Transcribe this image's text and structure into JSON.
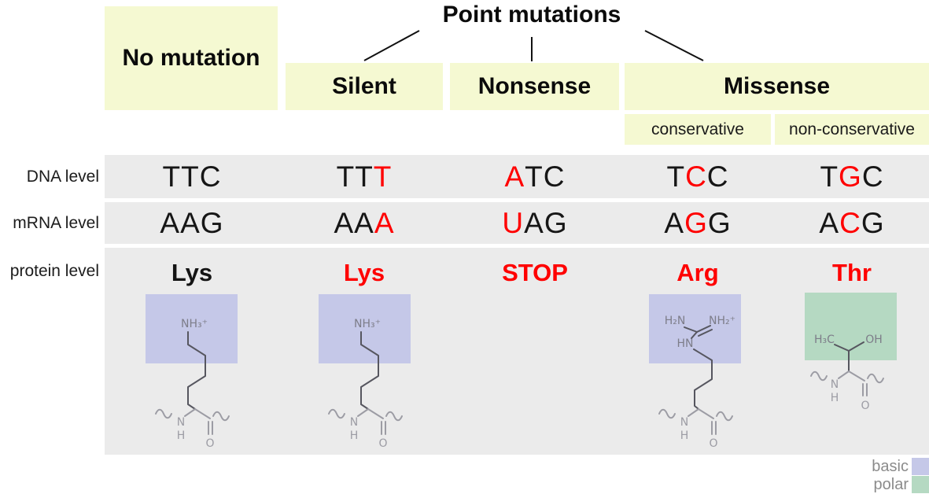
{
  "title": "Point mutations",
  "colors": {
    "header_bg": "#f5f9d2",
    "band_bg": "#ebebeb",
    "basic": "#c5c8e8",
    "polar": "#b5d9c2",
    "red": "#ff0000"
  },
  "header": {
    "no_mutation": "No mutation",
    "silent": "Silent",
    "nonsense": "Nonsense",
    "missense": "Missense",
    "conservative": "conservative",
    "non_conservative": "non-conservative"
  },
  "row_labels": {
    "dna": "DNA level",
    "mrna": "mRNA level",
    "protein": "protein level"
  },
  "columns": [
    {
      "id": "no-mutation",
      "dna": {
        "text": "TTC",
        "red_index": null
      },
      "mrna": {
        "text": "AAG",
        "red_index": null
      },
      "protein": {
        "text": "Lys",
        "red": false
      }
    },
    {
      "id": "silent",
      "dna": {
        "text": "TTT",
        "red_index": 2
      },
      "mrna": {
        "text": "AAA",
        "red_index": 2
      },
      "protein": {
        "text": "Lys",
        "red": true
      }
    },
    {
      "id": "nonsense",
      "dna": {
        "text": "ATC",
        "red_index": 0
      },
      "mrna": {
        "text": "UAG",
        "red_index": 0
      },
      "protein": {
        "text": "STOP",
        "red": true
      }
    },
    {
      "id": "missense-conservative",
      "dna": {
        "text": "TCC",
        "red_index": 1
      },
      "mrna": {
        "text": "AGG",
        "red_index": 1
      },
      "protein": {
        "text": "Arg",
        "red": true
      }
    },
    {
      "id": "missense-non-conservative",
      "dna": {
        "text": "TGC",
        "red_index": 1
      },
      "mrna": {
        "text": "ACG",
        "red_index": 1
      },
      "protein": {
        "text": "Thr",
        "red": true
      }
    }
  ],
  "structures": {
    "lysine": {
      "amine": "NH₃⁺",
      "n": "N",
      "h": "H",
      "o": "O"
    },
    "arginine": {
      "h2n": "H₂N",
      "nh2": "NH₂⁺",
      "hn": "HN",
      "n": "N",
      "h": "H",
      "o": "O"
    },
    "threonine": {
      "h3c": "H₃C",
      "oh": "OH",
      "n": "N",
      "h": "H",
      "o": "O"
    }
  },
  "legend": [
    {
      "label": "basic",
      "color_key": "basic"
    },
    {
      "label": "polar",
      "color_key": "polar"
    }
  ]
}
